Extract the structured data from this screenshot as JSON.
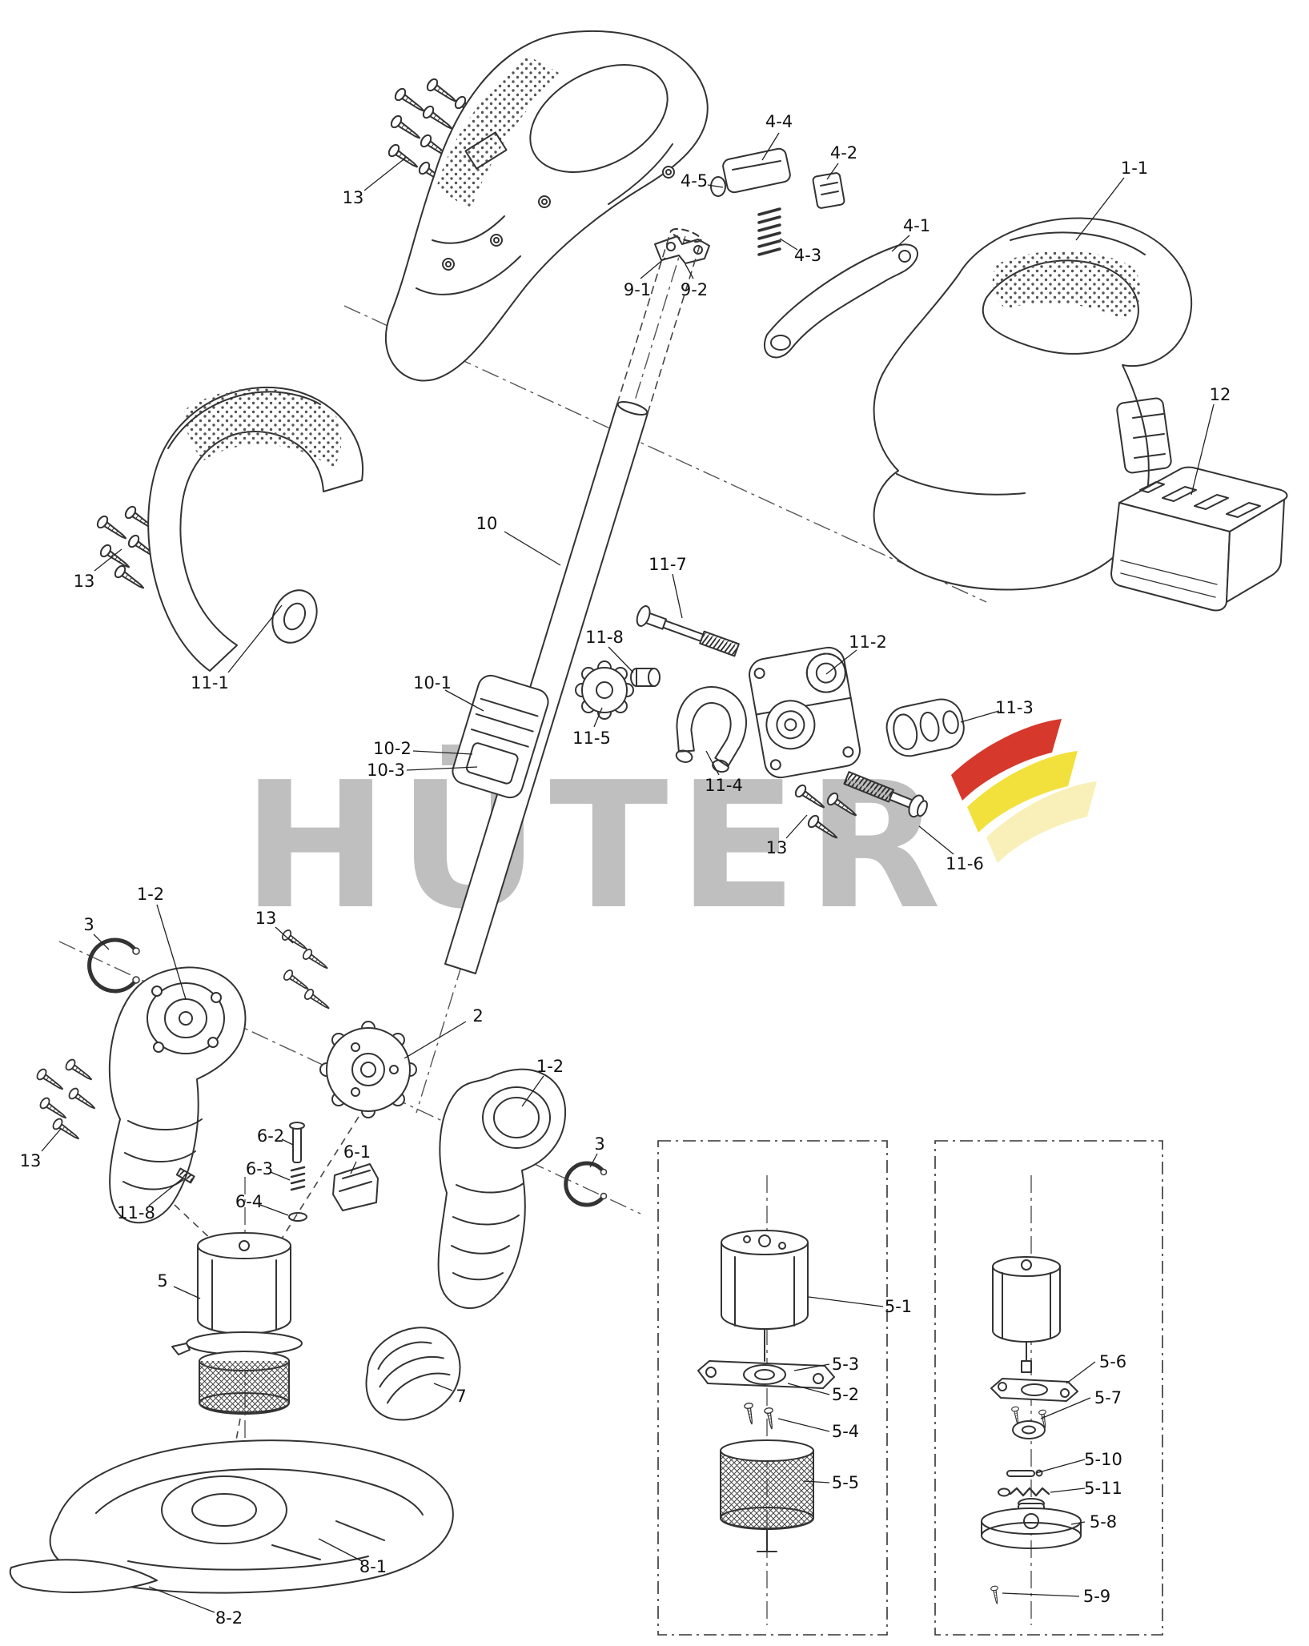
{
  "watermark": "HÜTER",
  "colors": {
    "line": "#333333",
    "watermark_gray": "#bcbcbc",
    "swoosh_red": "#d6392c",
    "swoosh_yellow": "#f2e13c",
    "swoosh_pale_yellow": "#f8f0b8"
  },
  "labels": {
    "n2": "2",
    "n3": "3",
    "n5": "5",
    "n7": "7",
    "n10": "10",
    "n12": "12",
    "n13": "13",
    "n1_1": "1-1",
    "n1_2": "1-2",
    "n4_1": "4-1",
    "n4_2": "4-2",
    "n4_3": "4-3",
    "n4_4": "4-4",
    "n4_5": "4-5",
    "n5_1": "5-1",
    "n5_2": "5-2",
    "n5_3": "5-3",
    "n5_4": "5-4",
    "n5_5": "5-5",
    "n5_6": "5-6",
    "n5_7": "5-7",
    "n5_8": "5-8",
    "n5_9": "5-9",
    "n5_10": "5-10",
    "n5_11": "5-11",
    "n6_1": "6-1",
    "n6_2": "6-2",
    "n6_3": "6-3",
    "n6_4": "6-4",
    "n8_1": "8-1",
    "n8_2": "8-2",
    "n9_1": "9-1",
    "n9_2": "9-2",
    "n10_1": "10-1",
    "n10_2": "10-2",
    "n10_3": "10-3",
    "n11_1": "11-1",
    "n11_2": "11-2",
    "n11_3": "11-3",
    "n11_4": "11-4",
    "n11_5": "11-5",
    "n11_6": "11-6",
    "n11_7": "11-7",
    "n11_8": "11-8"
  }
}
